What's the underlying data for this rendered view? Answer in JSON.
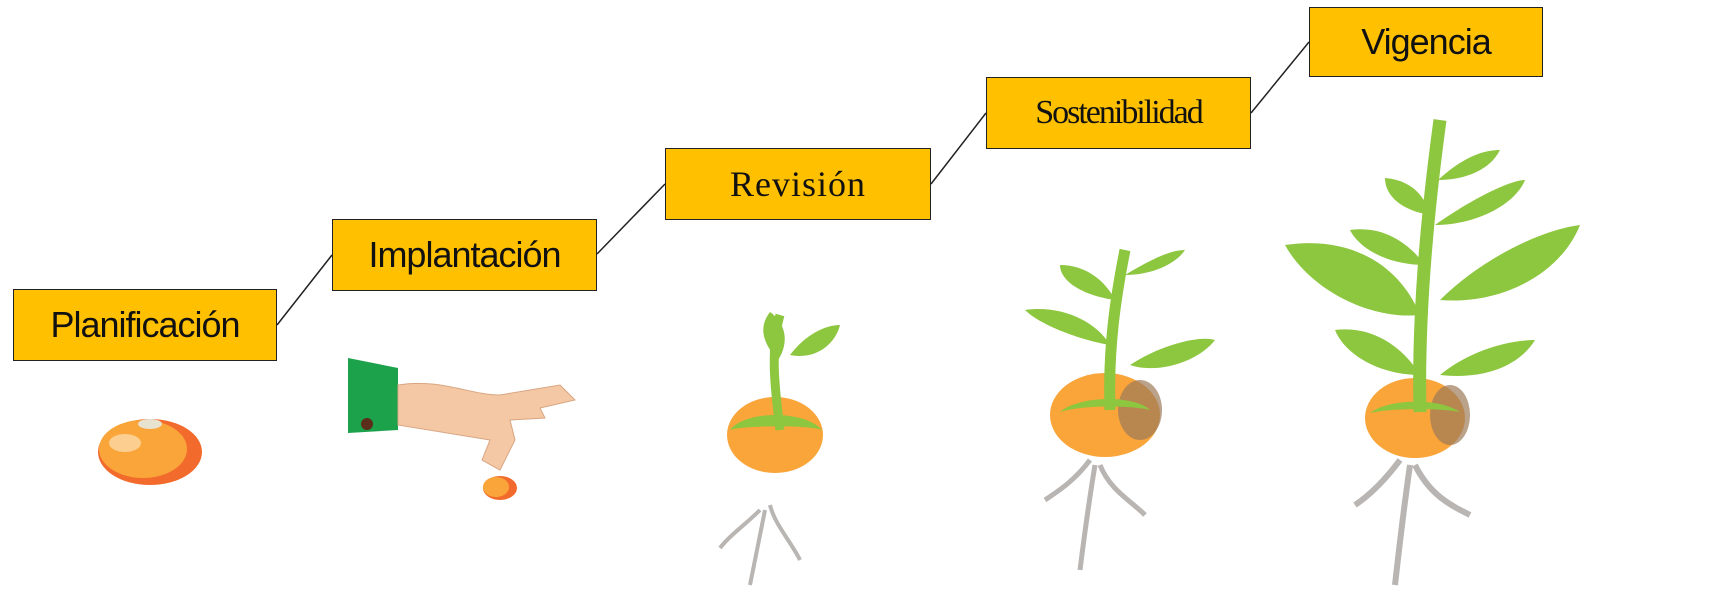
{
  "stages": [
    {
      "label": "Planificación"
    },
    {
      "label": "Implantación"
    },
    {
      "label": "Revisión"
    },
    {
      "label": "Sostenibilidad"
    },
    {
      "label": "Vigencia"
    }
  ],
  "colors": {
    "box_fill": "#FFC000",
    "leaf_green": "#8DC63F",
    "seed_orange": "#F6A623",
    "root_gray": "#B8B5B2",
    "sleeve_green": "#1BA24A",
    "skin": "#F4C8A4"
  },
  "illustrations": [
    "seed-icon",
    "hand-planting-seed-icon",
    "sprout-icon",
    "young-plant-icon",
    "mature-plant-icon"
  ]
}
